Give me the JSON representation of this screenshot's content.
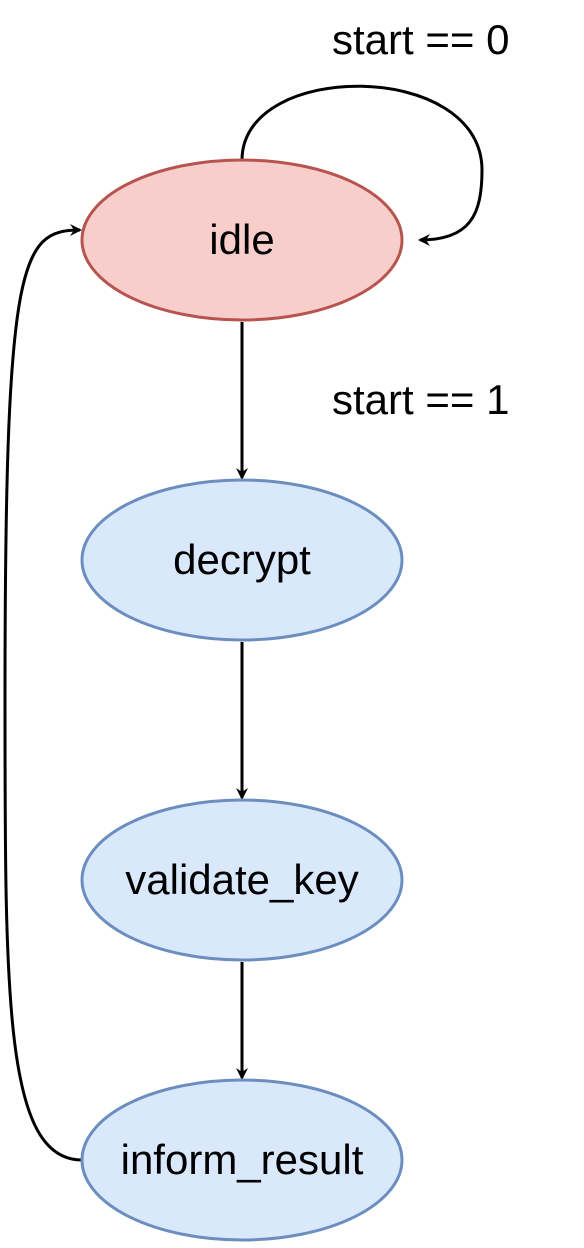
{
  "states": [
    {
      "id": "idle",
      "label": "idle",
      "fill": "#f8cecc",
      "stroke": "#b85450"
    },
    {
      "id": "decrypt",
      "label": "decrypt",
      "fill": "#dae8fc",
      "stroke": "#6c8ebf"
    },
    {
      "id": "validate_key",
      "label": "validate_key",
      "fill": "#dae8fc",
      "stroke": "#6c8ebf"
    },
    {
      "id": "inform_result",
      "label": "inform_result",
      "fill": "#dae8fc",
      "stroke": "#6c8ebf"
    }
  ],
  "transitions": [
    {
      "from": "idle",
      "to": "idle",
      "label": "start == 0"
    },
    {
      "from": "idle",
      "to": "decrypt",
      "label": "start == 1"
    },
    {
      "from": "decrypt",
      "to": "validate_key",
      "label": ""
    },
    {
      "from": "validate_key",
      "to": "inform_result",
      "label": ""
    },
    {
      "from": "inform_result",
      "to": "idle",
      "label": ""
    }
  ]
}
